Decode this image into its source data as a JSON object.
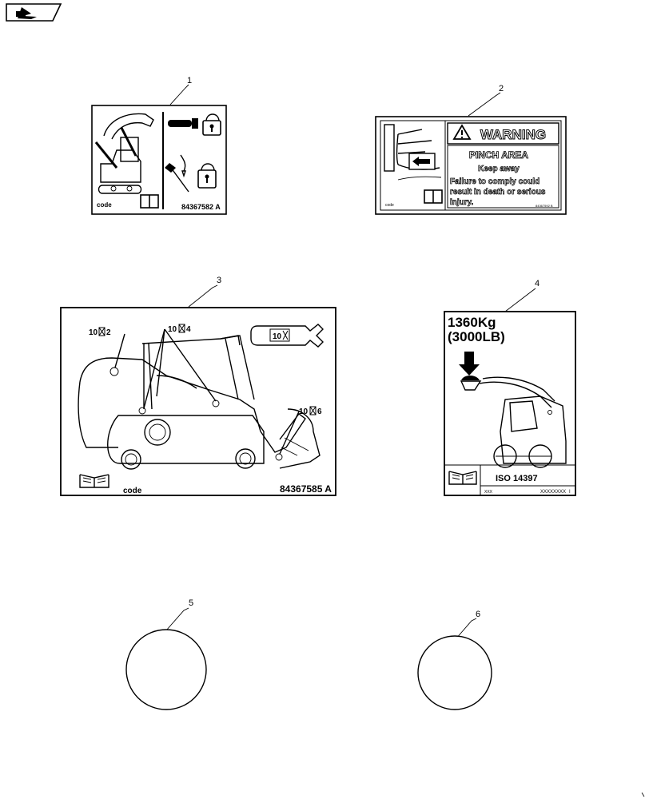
{
  "callouts": [
    "1",
    "2",
    "3",
    "4",
    "5",
    "6"
  ],
  "decal1": {
    "code": "code",
    "part": "84367582 A"
  },
  "decal2": {
    "header": "WARNING",
    "line1": "PINCH AREA",
    "line2": "Keep  away",
    "line3": "Failure to comply could",
    "line4": "result in death or serious",
    "line5": "injury.",
    "code": "code",
    "part": "84367592 B"
  },
  "decal3": {
    "label_a": "10",
    "label_a_suffix": "2",
    "label_b": "10",
    "label_b_suffix": "4",
    "label_c": "10",
    "label_c_suffix": "6",
    "grease_label": "10",
    "code": "code",
    "part": "84367585 A"
  },
  "decal4": {
    "capacity_kg": "1360Kg",
    "capacity_lb": "(3000LB)",
    "standard": "ISO 14397",
    "code": "XXX",
    "part": "XXXXXXXX",
    "rev": "I"
  }
}
